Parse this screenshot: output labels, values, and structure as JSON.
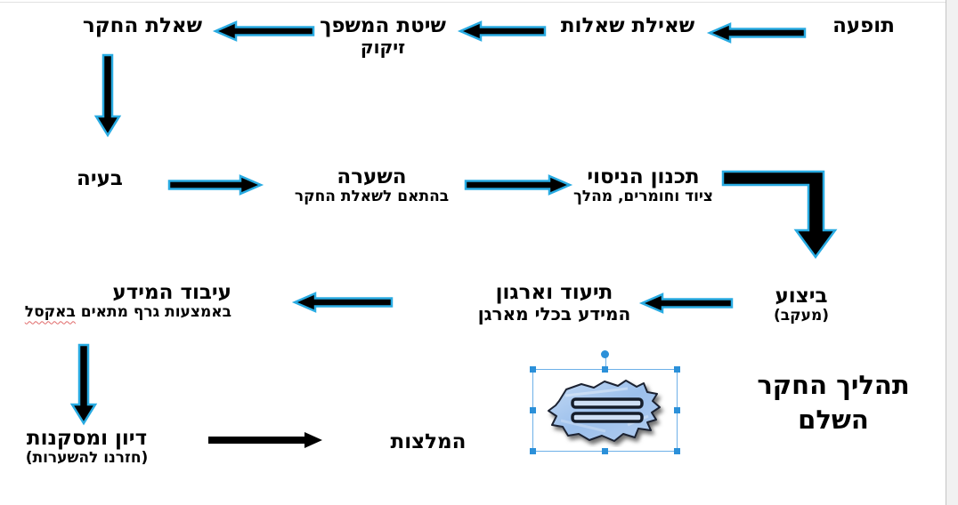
{
  "document": {
    "language": "he",
    "direction": "rtl"
  },
  "colors": {
    "arrow_fill": "#000000",
    "arrow_outline": "#29abe2",
    "selection_blue": "#2b90d9",
    "selection_border": "#6db0e8",
    "spellcheck_wavy": "#e06a6a",
    "text": "#000000",
    "page_background": "#ffffff",
    "page_edge": "#f1f1f1"
  },
  "flow": {
    "row1": {
      "phenomenon": "תופעה",
      "asking_questions": "שאילת שאלות",
      "funnel_method": "שיטת המשפך",
      "funnel_method_sub": "זיקוק",
      "research_question": "שאלת החקר"
    },
    "row2": {
      "problem": "בעיה",
      "hypothesis": "השערה",
      "hypothesis_sub": "בהתאם לשאלת החקר",
      "experiment_design": "תכנון הניסוי",
      "experiment_design_sub": "ציוד וחומרים, מהלך"
    },
    "row3": {
      "execution": "ביצוע",
      "execution_sub": "(מעקב)",
      "documentation": "תיעוד וארגון",
      "documentation_sub": "המידע בכלי מארגן",
      "processing": "עיבוד המידע",
      "processing_sub_part1": "באמצעות גרף מתאים ",
      "processing_sub_misspelled": "באקסל"
    },
    "row4": {
      "discussion": "דיון ומסקנות",
      "discussion_sub": "(חזרנו להשערות)",
      "recommendations": "המלצות"
    }
  },
  "title": {
    "line1": "תהליך החקר",
    "line2": "השלם"
  },
  "selected_image": {
    "name": "equals-sign-clipart",
    "selected": true
  }
}
